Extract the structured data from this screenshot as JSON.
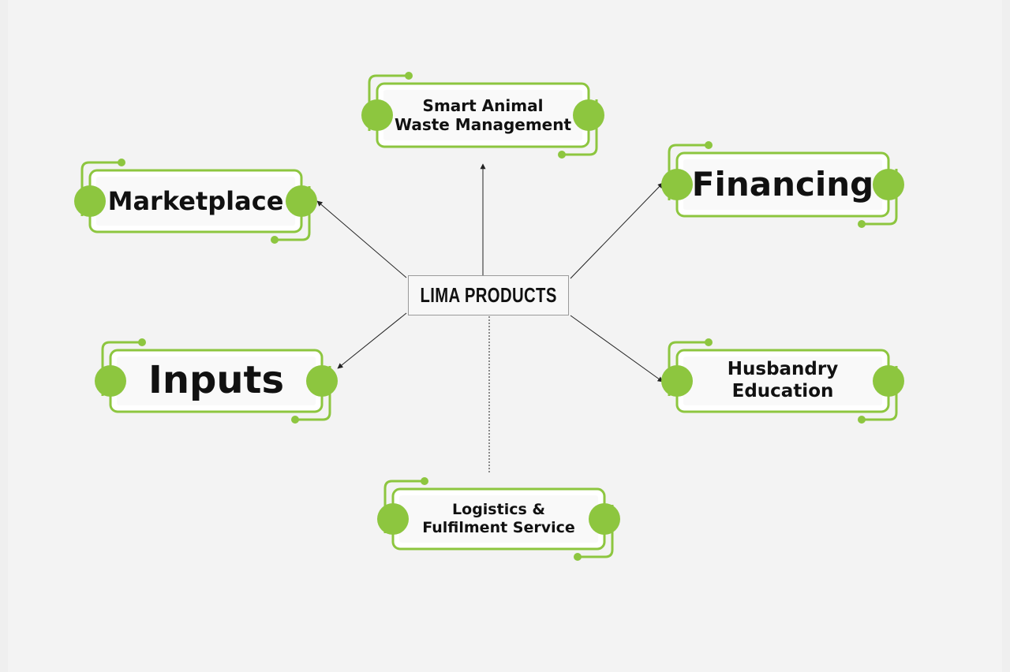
{
  "center": {
    "label": "LIMA PRODUCTS"
  },
  "nodes": [
    {
      "id": "smart-waste",
      "lines": [
        "Smart Animal",
        "Waste Management"
      ]
    },
    {
      "id": "marketplace",
      "lines": [
        "Marketplace"
      ]
    },
    {
      "id": "financing",
      "lines": [
        "Financing"
      ]
    },
    {
      "id": "inputs",
      "lines": [
        "Inputs"
      ]
    },
    {
      "id": "husbandry",
      "lines": [
        "Husbandry",
        "Education"
      ]
    },
    {
      "id": "logistics",
      "lines": [
        "Logistics &",
        "Fulfilment Service"
      ]
    }
  ],
  "colors": {
    "accent": "#8dc63f",
    "connector": "#222222",
    "text": "#111111"
  }
}
